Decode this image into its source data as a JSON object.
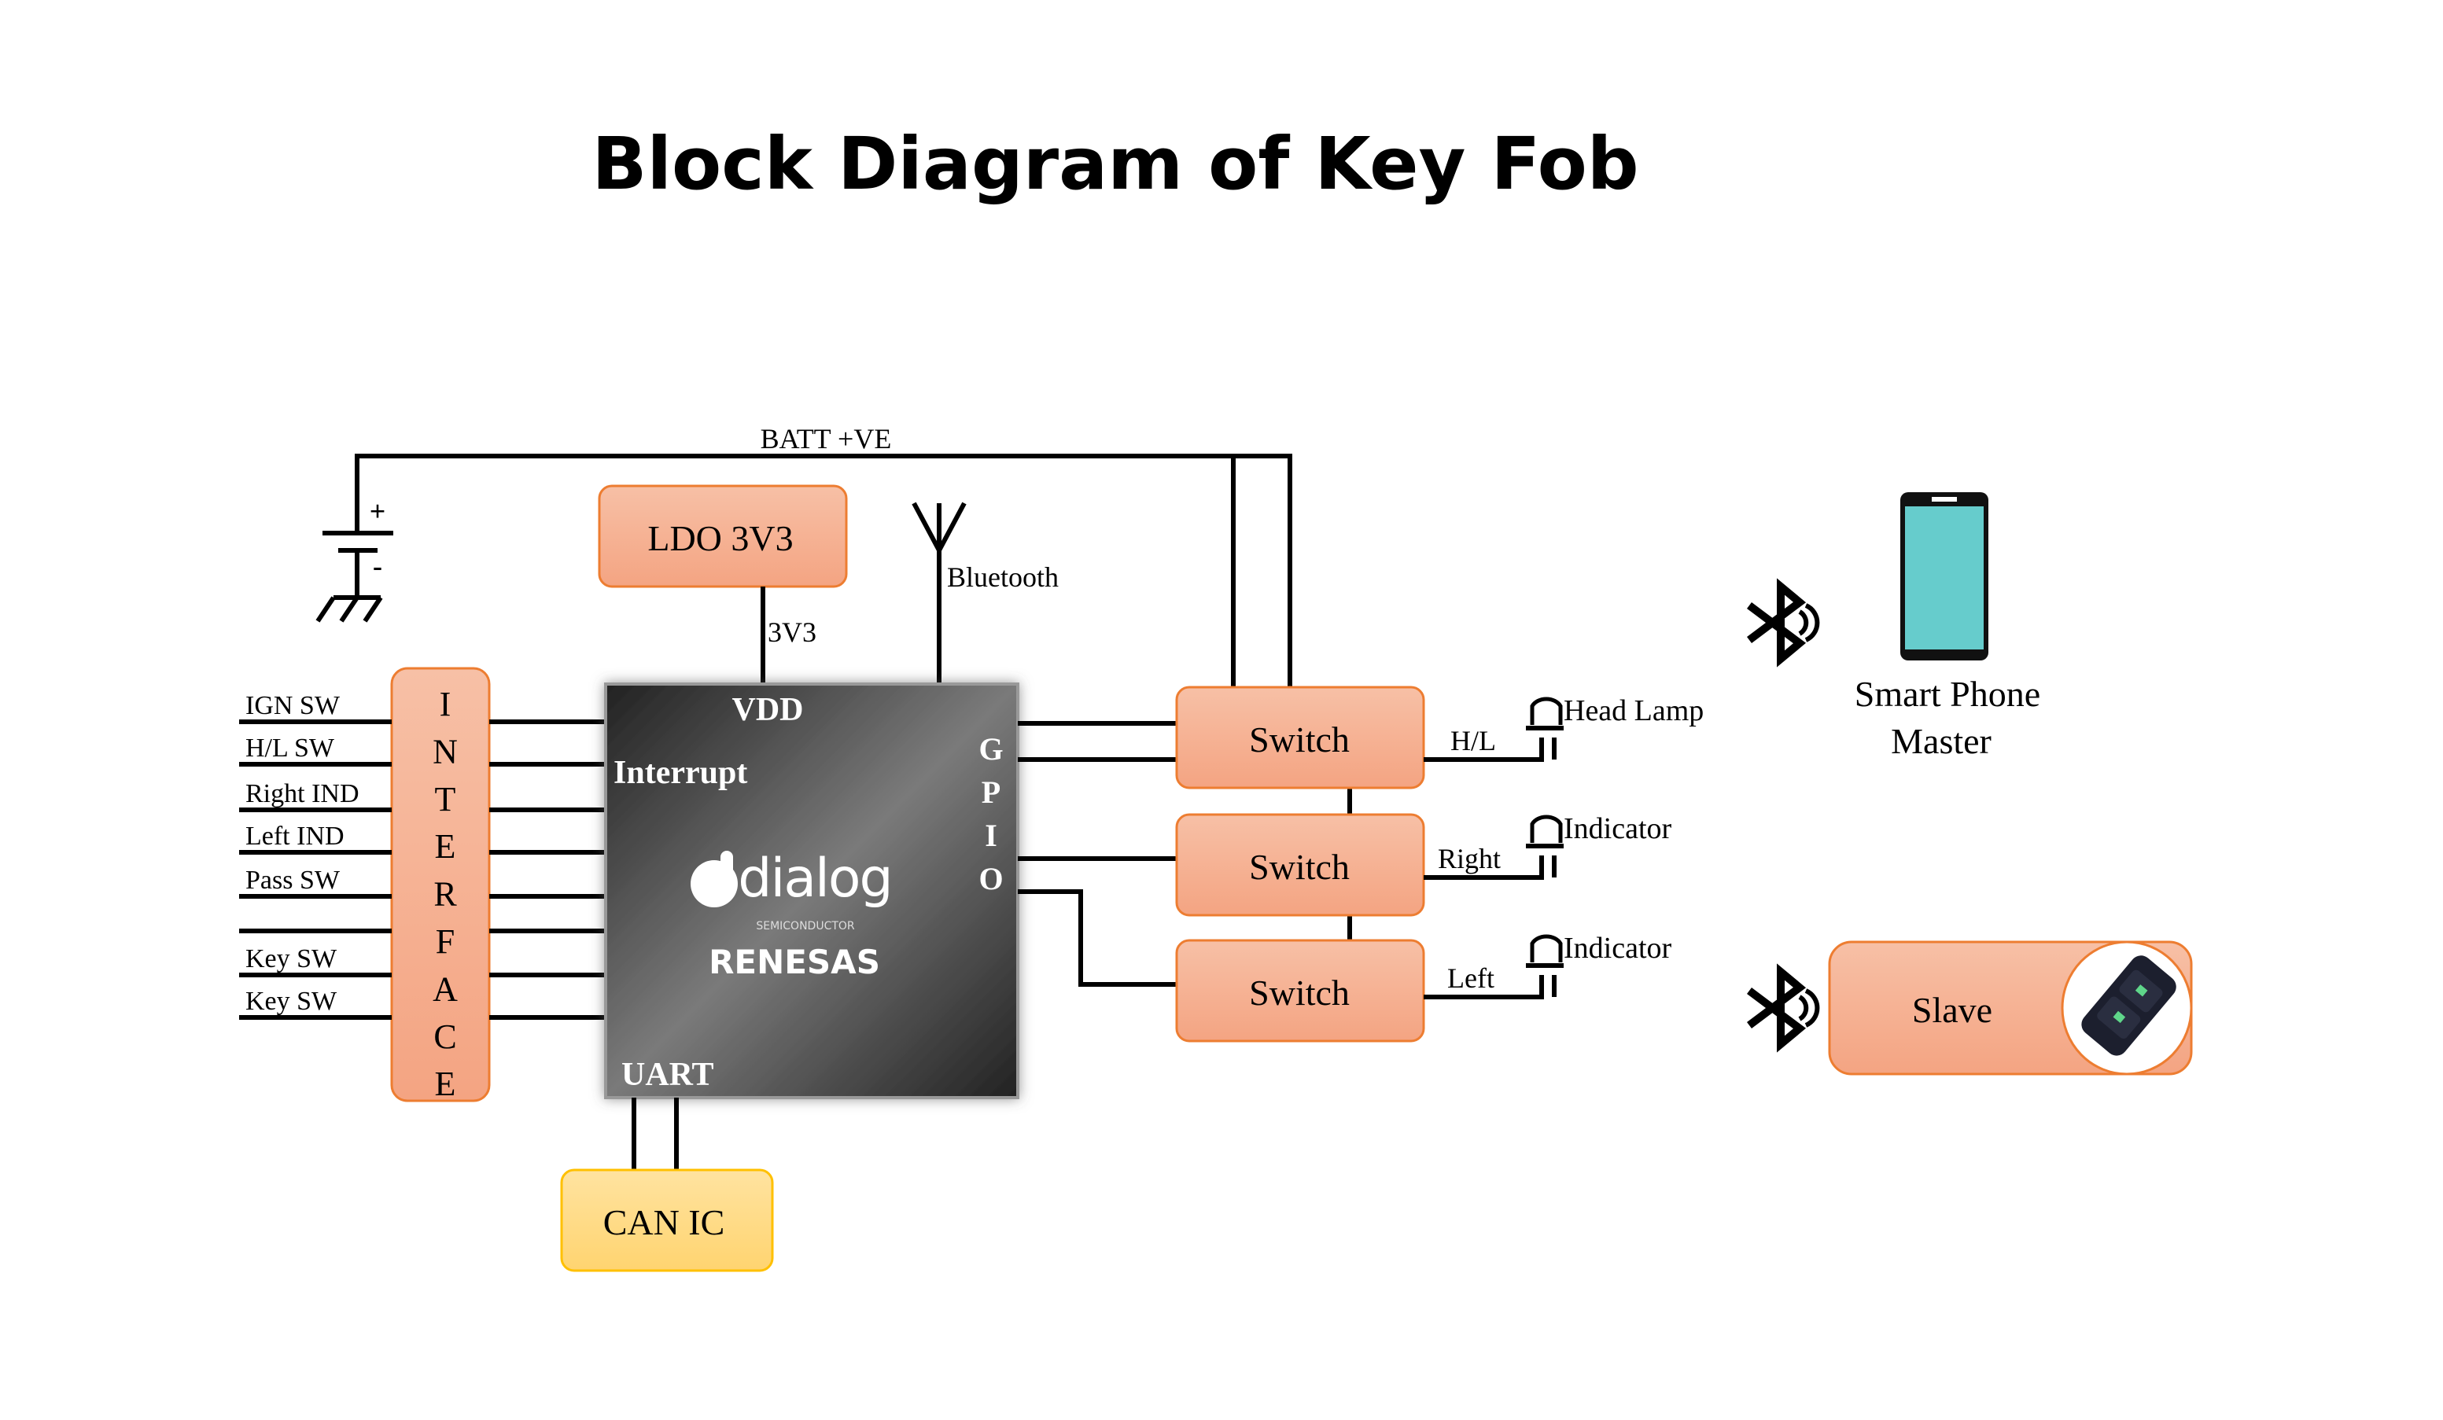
{
  "title": "Block Diagram of Key Fob",
  "power": {
    "batt_label": "BATT +VE",
    "plus": "+",
    "minus": "-"
  },
  "ldo": {
    "label": "LDO 3V3",
    "rail_label": "3V3"
  },
  "antenna": {
    "label": "Bluetooth"
  },
  "mcu": {
    "vdd": "VDD",
    "interrupt": "Interrupt",
    "gpio_letters": [
      "G",
      "P",
      "I",
      "O"
    ],
    "uart": "UART",
    "logo_dialog": "dialog",
    "logo_dialog_sub": "SEMICONDUCTOR",
    "logo_renesas": "RENESAS"
  },
  "interface": {
    "letters": [
      "I",
      "N",
      "T",
      "E",
      "R",
      "F",
      "A",
      "C",
      "E"
    ]
  },
  "inputs": [
    "IGN SW",
    "H/L SW",
    "Right IND",
    "Left IND",
    "Pass SW",
    "",
    "Key SW",
    "Key SW"
  ],
  "switches": [
    {
      "label": "Switch",
      "output_label": "H/L",
      "load_label": "Head Lamp"
    },
    {
      "label": "Switch",
      "output_label": "Right",
      "load_label": "Indicator"
    },
    {
      "label": "Switch",
      "output_label": "Left",
      "load_label": "Indicator"
    }
  ],
  "can": {
    "label": "CAN IC"
  },
  "phone": {
    "line1": "Smart Phone",
    "line2": "Master"
  },
  "slave": {
    "label": "Slave"
  },
  "colors": {
    "orange_fill_top": "#f7c0a6",
    "orange_fill_bottom": "#f4a482",
    "orange_stroke": "#ed7d31",
    "can_fill": "#ffd966",
    "can_stroke": "#ffc000",
    "phone_screen": "#66cccc",
    "mcu_dark": "#2a2a2a"
  }
}
